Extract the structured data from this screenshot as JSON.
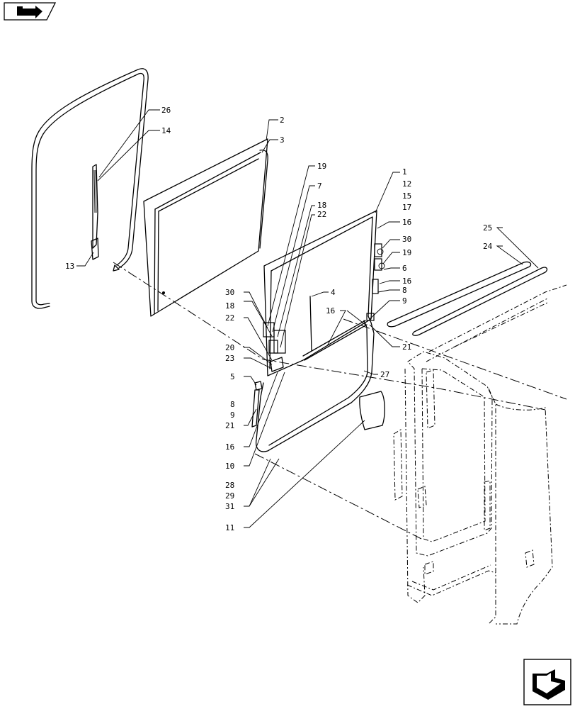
{
  "nav": {
    "prev_icon": "arrow-back-icon",
    "next_icon": "arrow-forward-icon"
  },
  "callouts": [
    "1",
    "2",
    "3",
    "4",
    "5",
    "6",
    "7",
    "8",
    "9",
    "10",
    "11",
    "12",
    "13",
    "14",
    "15",
    "16",
    "17",
    "18",
    "19",
    "20",
    "21",
    "22",
    "23",
    "24",
    "25",
    "26",
    "27",
    "28",
    "29",
    "30",
    "31"
  ],
  "labels": {
    "l26": "26",
    "l14": "14",
    "l13": "13",
    "l2": "2",
    "l3": "3",
    "l19a": "19",
    "l7": "7",
    "l18a": "18",
    "l22a": "22",
    "l1": "1",
    "l12": "12",
    "l15": "15",
    "l17": "17",
    "l16a": "16",
    "l30a": "30",
    "l19b": "19",
    "l6": "6",
    "l16b": "16",
    "l8a": "8",
    "l25": "25",
    "l24": "24",
    "l30b": "30",
    "l18b": "18",
    "l22b": "22",
    "l4": "4",
    "l16c": "16",
    "l9a": "9",
    "l21a": "21",
    "l20": "20",
    "l23": "23",
    "l5": "5",
    "l27": "27",
    "l8b": "8",
    "l9b": "9",
    "l21b": "21",
    "l16d": "16",
    "l10": "10",
    "l28": "28",
    "l29": "29",
    "l31": "31",
    "l11": "11"
  }
}
